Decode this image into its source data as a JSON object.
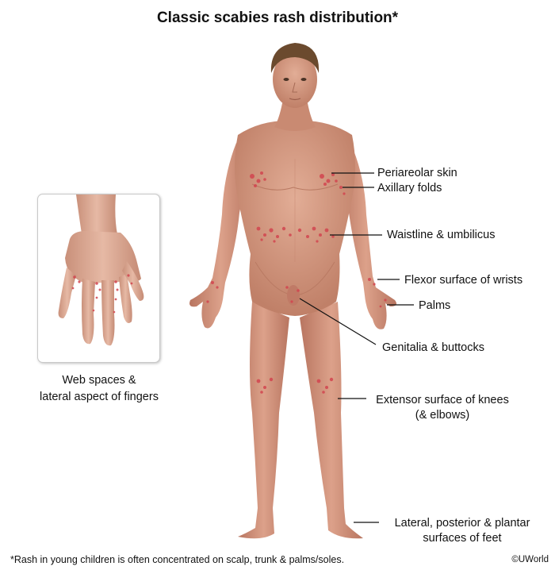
{
  "title": "Classic scabies rash distribution*",
  "inset": {
    "caption_line1": "Web spaces &",
    "caption_line2": "lateral aspect of fingers"
  },
  "labels": {
    "periareolar": "Periareolar skin",
    "axillary": "Axillary folds",
    "waistline": "Waistline & umbilicus",
    "wrists": "Flexor surface of wrists",
    "palms": "Palms",
    "genitalia": "Genitalia & buttocks",
    "knees_line1": "Extensor surface of knees",
    "knees_line2": "(& elbows)",
    "feet_line1": "Lateral, posterior & plantar",
    "feet_line2": "surfaces of feet"
  },
  "footnote": "*Rash in young children is often concentrated on scalp, trunk & palms/soles.",
  "copyright": "©UWorld",
  "colors": {
    "skin": "#d9a088",
    "skin_shadow": "#b97a63",
    "rash": "#d2454f",
    "hair": "#6b4a2e",
    "leader_line": "#111111"
  }
}
